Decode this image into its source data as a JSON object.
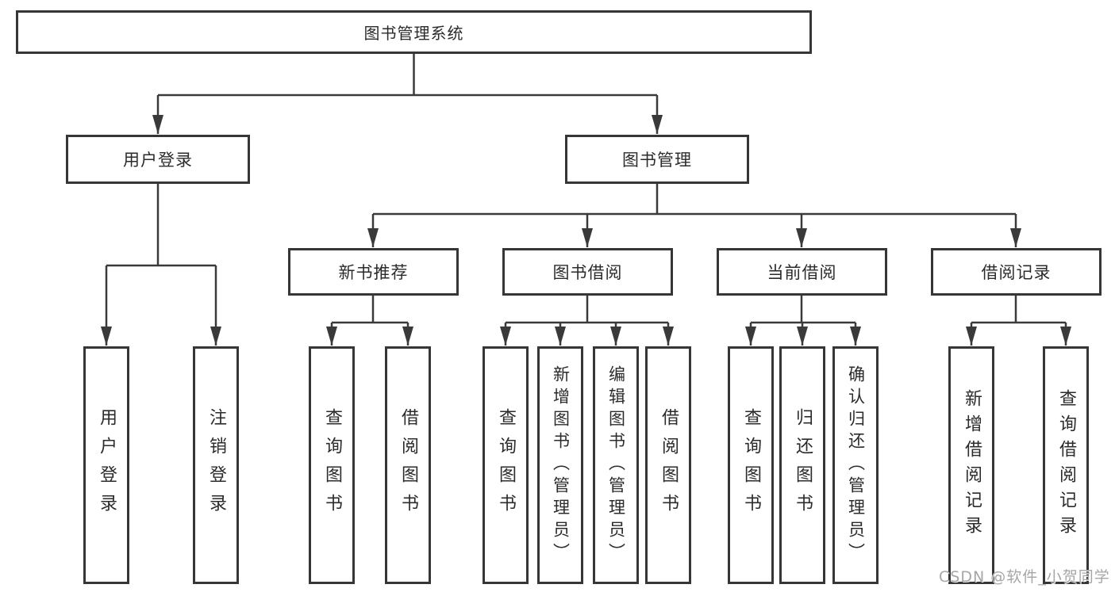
{
  "diagram": {
    "root": {
      "label": "图书管理系统"
    },
    "branches": [
      {
        "label": "用户登录",
        "children": [
          {
            "label": "用户登录"
          },
          {
            "label": "注销登录"
          }
        ]
      },
      {
        "label": "图书管理",
        "sections": [
          {
            "label": "新书推荐",
            "children": [
              {
                "label": "查询图书"
              },
              {
                "label": "借阅图书"
              }
            ]
          },
          {
            "label": "图书借阅",
            "children": [
              {
                "label": "查询图书"
              },
              {
                "label": "新增图书（管理员）"
              },
              {
                "label": "编辑图书（管理员）"
              },
              {
                "label": "借阅图书"
              }
            ]
          },
          {
            "label": "当前借阅",
            "children": [
              {
                "label": "查询图书"
              },
              {
                "label": "归还图书"
              },
              {
                "label": "确认归还（管理员）"
              }
            ]
          },
          {
            "label": "借阅记录",
            "children": [
              {
                "label": "新增借阅记录"
              },
              {
                "label": "查询借阅记录"
              }
            ]
          }
        ]
      }
    ]
  },
  "watermark": "CSDN @软件_小贺同学",
  "colors": {
    "line": "#3a3a3a",
    "text": "#2b2b2b",
    "watermark": "#a6a6a6"
  }
}
